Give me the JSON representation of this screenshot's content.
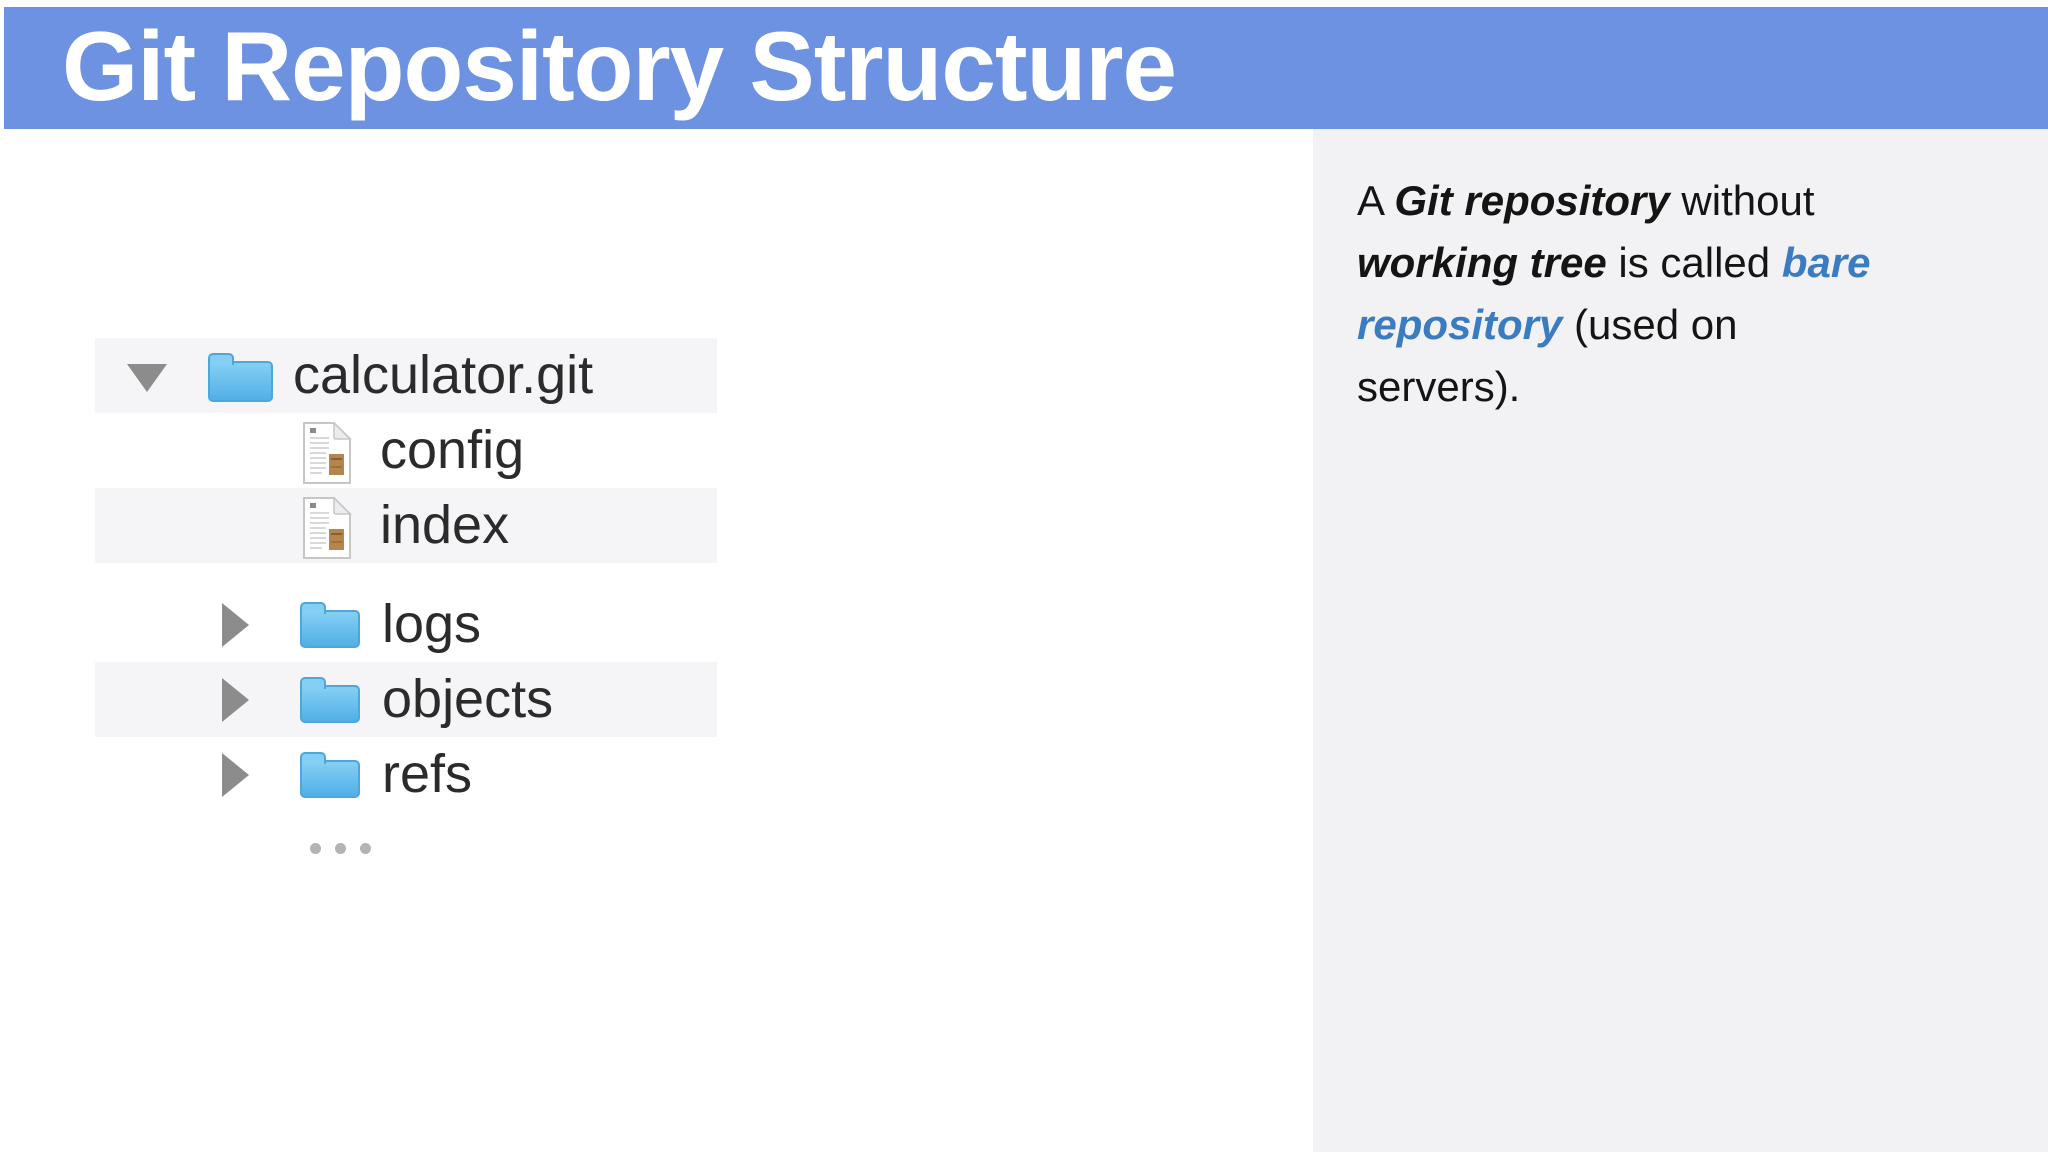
{
  "header": {
    "title": "Git Repository Structure"
  },
  "colors": {
    "banner-blue": "#6c92e1",
    "sidebar-bg": "#f2f1f3",
    "stripe": "#f5f4f6",
    "link-blue": "#3b7cc0",
    "text-dark": "#2b2b2b",
    "tri-gray": "#8c8c8c",
    "folder-top": "#85cff4",
    "folder-bot": "#51b0e6",
    "folder-border": "#4ea7da",
    "dot-gray": "#b3b3b3"
  },
  "tree": {
    "items": [
      {
        "label": "calculator.git",
        "icon": "folder",
        "level": 0,
        "expanded": true,
        "striped": true
      },
      {
        "label": "config",
        "icon": "document",
        "level": 1,
        "striped": false
      },
      {
        "label": "index",
        "icon": "document",
        "level": 1,
        "striped": true
      },
      {
        "label": "logs",
        "icon": "folder",
        "level": 1,
        "expanded": false,
        "striped": false
      },
      {
        "label": "objects",
        "icon": "folder",
        "level": 1,
        "expanded": false,
        "striped": true
      },
      {
        "label": "refs",
        "icon": "folder",
        "level": 1,
        "expanded": false,
        "striped": false
      }
    ],
    "more_indicator": "..."
  },
  "sidebar": {
    "note_segments": [
      {
        "text": "A ",
        "style": "regular"
      },
      {
        "text": "Git repository",
        "style": "bold-italic"
      },
      {
        "text": " without ",
        "style": "regular"
      },
      {
        "text": "working tree",
        "style": "bold-italic"
      },
      {
        "text": " is called ",
        "style": "regular"
      },
      {
        "text": "bare repository",
        "style": "bold-italic-blue"
      },
      {
        "text": " (used on servers).",
        "style": "regular"
      }
    ]
  }
}
